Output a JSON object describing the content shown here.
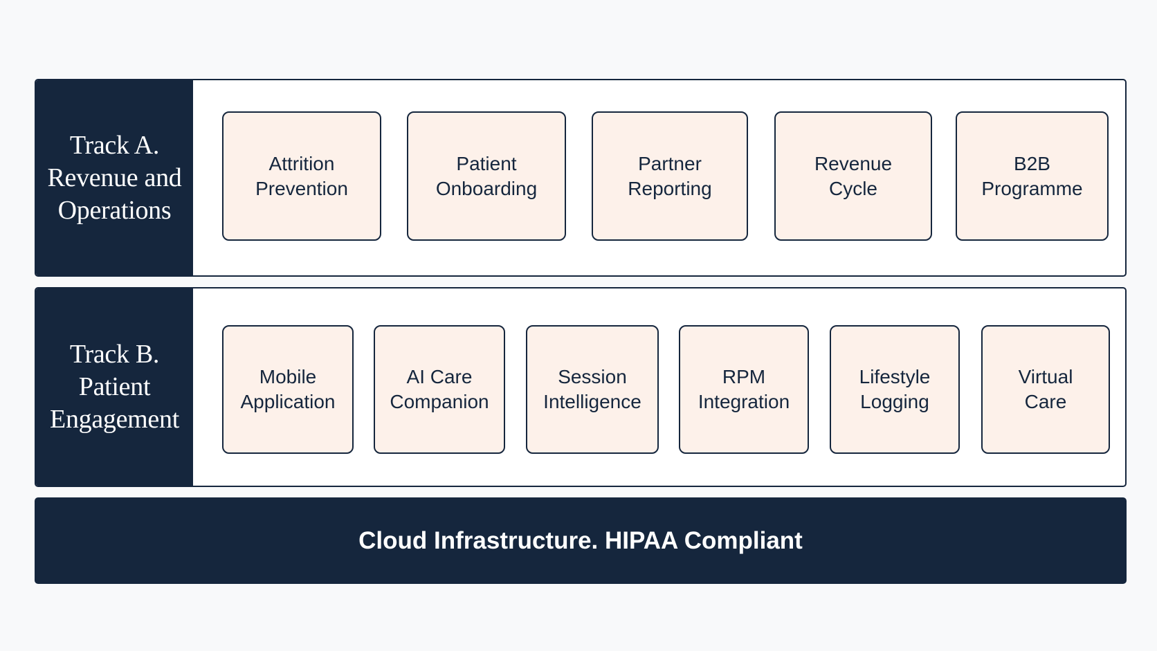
{
  "track_a": {
    "label_lines": [
      "Track A.",
      "Revenue and",
      "Operations"
    ],
    "modules": [
      {
        "lines": [
          "Attrition",
          "Prevention"
        ]
      },
      {
        "lines": [
          "Patient",
          "Onboarding"
        ]
      },
      {
        "lines": [
          "Partner",
          "Reporting"
        ]
      },
      {
        "lines": [
          "Revenue",
          "Cycle"
        ]
      },
      {
        "lines": [
          "B2B",
          "Programme"
        ]
      }
    ]
  },
  "track_b": {
    "label_lines": [
      "Track B.",
      "Patient",
      "Engagement"
    ],
    "modules": [
      {
        "lines": [
          "Mobile",
          "Application"
        ]
      },
      {
        "lines": [
          "AI Care",
          "Companion"
        ]
      },
      {
        "lines": [
          "Session",
          "Intelligence"
        ]
      },
      {
        "lines": [
          "RPM",
          "Integration"
        ]
      },
      {
        "lines": [
          "Lifestyle",
          "Logging"
        ]
      },
      {
        "lines": [
          "Virtual",
          "Care"
        ]
      }
    ]
  },
  "foundation": {
    "label": "Cloud Infrastructure. HIPAA Compliant"
  },
  "colors": {
    "navy": "#15263d",
    "module_fill": "#fdf1ea",
    "panel_fill": "#ffffff",
    "background": "#f8f9fa"
  }
}
